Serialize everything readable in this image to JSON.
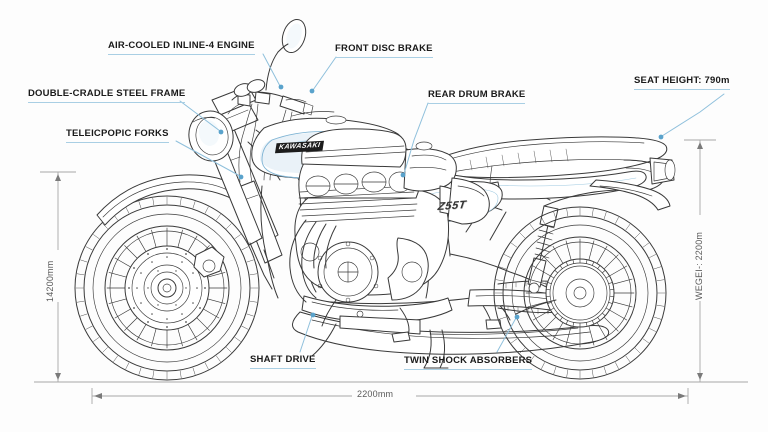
{
  "diagram": {
    "subject": "motorcycle-technical-line-drawing",
    "background_color": "#fdfdfd",
    "line_color": "#3a3a3a",
    "accent_color": "#7fb4d4",
    "shade_color": "#dce9f2",
    "leader_color": "#8fc0dc",
    "dim_color": "#9a9a9a"
  },
  "callouts": [
    {
      "id": "engine",
      "label": "AIR-COOLED INLINE-4 ENGINE"
    },
    {
      "id": "frame",
      "label": "DOUBLE-CRADLE STEEL FRAME"
    },
    {
      "id": "forks",
      "label": "TELEICPOPIC FORKS"
    },
    {
      "id": "fdisc",
      "label": "FRONT DISC BRAKE"
    },
    {
      "id": "rdrum",
      "label": "REAR DRUM BRAKE"
    },
    {
      "id": "seat",
      "label": "SEAT HEIGHT: 790m"
    },
    {
      "id": "shaft",
      "label": "SHAFT DRIVE"
    },
    {
      "id": "shocks",
      "label": "TWIN SHOCK ABSORBERS"
    }
  ],
  "dimensions": {
    "height_left": "14200mm",
    "length_bottom": "2200mm",
    "weight_right": "WEGEI-: 2200m"
  },
  "badges": {
    "tank": "KAWASAKI",
    "side_panel": "Z55T"
  }
}
